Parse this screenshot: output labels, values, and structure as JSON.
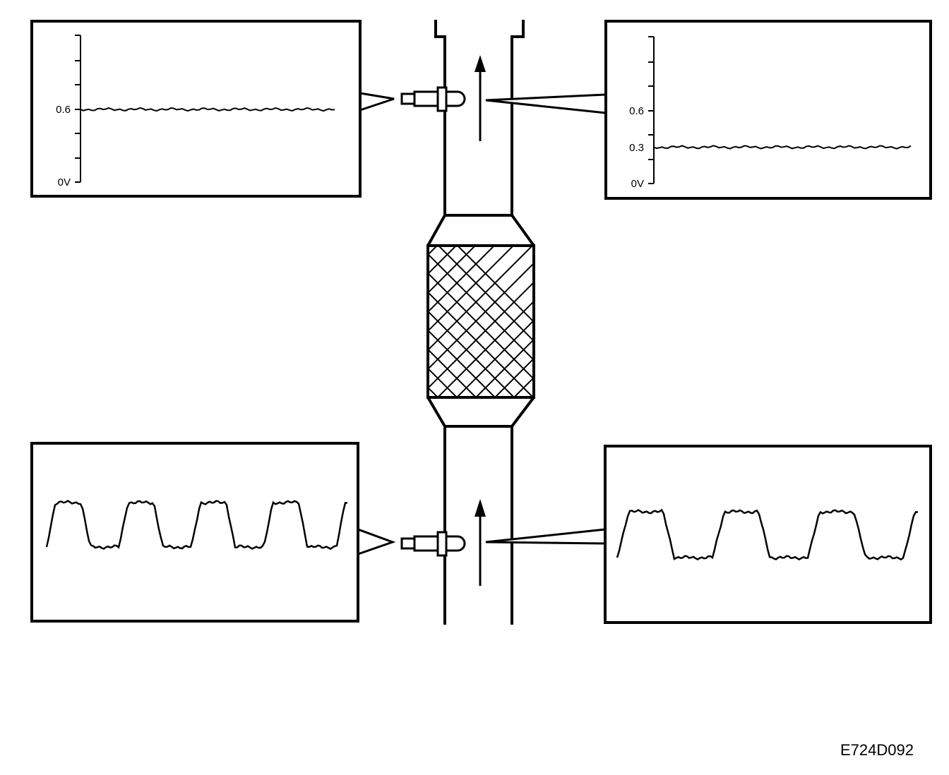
{
  "figure_code": "E724D092",
  "top_left_scope": {
    "tick_labels": [
      "0.6",
      "0V"
    ],
    "trace_level": 0.6
  },
  "top_right_scope": {
    "tick_labels": [
      "0.6",
      "0.3",
      "0V"
    ],
    "trace_level": 0.3
  },
  "bottom_left_scope": {
    "trace": "square-wave",
    "cycles": 4
  },
  "bottom_right_scope": {
    "trace": "square-wave",
    "cycles": 3
  },
  "colors": {
    "line": "#000000",
    "background": "#ffffff"
  },
  "icons": [
    "oxygen-sensor-icon",
    "flow-arrow-icon",
    "catalyst-honeycomb"
  ]
}
